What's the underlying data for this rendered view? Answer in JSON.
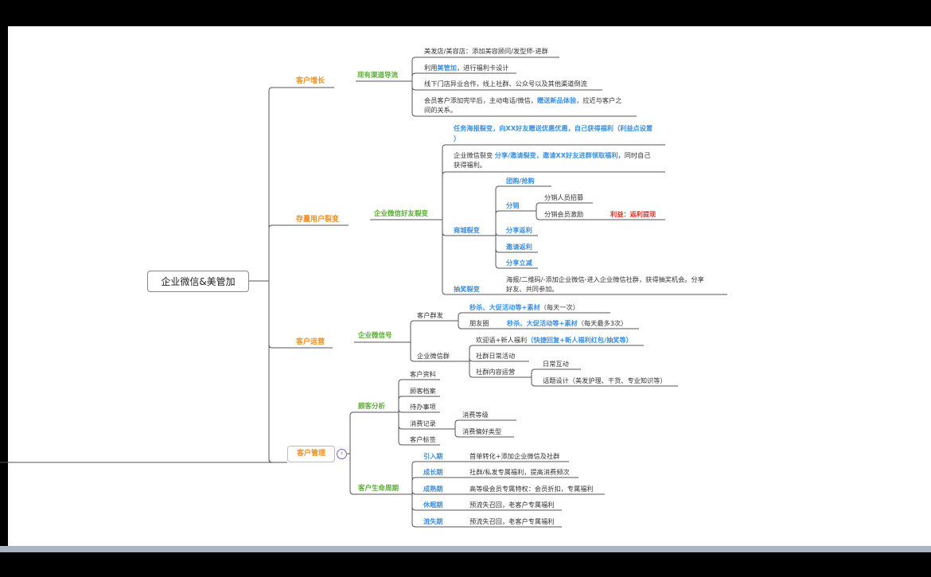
{
  "root": "企业微信&美管加",
  "branches": {
    "growth": {
      "label": "客户增长",
      "channel": "现有渠道导流",
      "items": [
        "美发店/美容店：添加美容顾问/发型师-进群",
        [
          "利用",
          "美管加",
          "，进行福利卡设计"
        ],
        "线下门店异业合作，线上社群、公众号以及其他渠道倒流",
        [
          "会员客户添加完毕后，主动电话/微信，",
          "赠送新品体验",
          "，拉近与客户之"
        ],
        "间的关系。"
      ]
    },
    "fission": {
      "label": "存量用户裂变",
      "sub": "企业微信好友裂变",
      "poster": [
        "任务海报裂变，向XX好友赠送优惠优惠，自己获得福利（利益点设置",
        "）"
      ],
      "wecom": [
        "企业微信裂变",
        "分享/邀请裂变，邀请XX好友进群领取福利，",
        "同时自己",
        "获得福利。"
      ],
      "mall": {
        "label": "商城裂变",
        "group": "团购/抢购",
        "dist": "分销",
        "recruit": "分销人员招募",
        "incentive": "分销会员激励",
        "benefit": "利益：返利提现",
        "share_rebate": "分享返利",
        "invite_rebate": "邀请返利",
        "share_discount": "分享立减"
      },
      "lottery": {
        "label": "抽奖裂变",
        "desc": [
          "海报/二维码/-添加企业微信-进入企业微信社群，获得抽奖机会。分享",
          "好友、共同参加。"
        ]
      }
    },
    "ops": {
      "label": "客户运营",
      "sub": "企业微信号",
      "broadcast": "客户群发",
      "broadcast_1": [
        "秒杀、大促活动等+素材",
        "（每天一次）"
      ],
      "moments": "朋友圈",
      "moments_1": [
        "秒杀、大促活动等+素材",
        "（每天最多3次）"
      ],
      "group": "企业微信群",
      "welcome": [
        "欢迎语+新人福利",
        "（快捷回复+新人福利红包/抽奖等）"
      ],
      "daily": "社群日常活动",
      "content": "社群内容运营",
      "interact": "日常互动",
      "topic": "话题设计（美发护理、干货、专业知识等）"
    },
    "mgmt": {
      "label": "客户管理",
      "analysis": "顾客分析",
      "items": [
        "客户资料",
        "顾客档案",
        "待办事项",
        "消费记录",
        "客户标签"
      ],
      "level": "消费等级",
      "pref": "消费偏好类型",
      "lifecycle": "客户生命周期",
      "stages": [
        {
          "name": "引入期",
          "desc": "首单转化+添加企业微信及社群"
        },
        {
          "name": "成长期",
          "desc": "社群/私发专属福利，提高消费频次"
        },
        {
          "name": "成熟期",
          "desc": "高等级会员专属特权：会员折扣，专属福利"
        },
        {
          "name": "休眠期",
          "desc": "预流失召回，老客户专属福利"
        },
        {
          "name": "流失期",
          "desc": "预流失召回，老客户专属福利"
        }
      ]
    }
  },
  "colors": {
    "orange": "#f0901e",
    "green": "#58ad34",
    "blue": "#3a8fe0",
    "red": "#e0302b",
    "line": "#555555"
  },
  "icons": {
    "collapse": "chevron-left-icon"
  }
}
